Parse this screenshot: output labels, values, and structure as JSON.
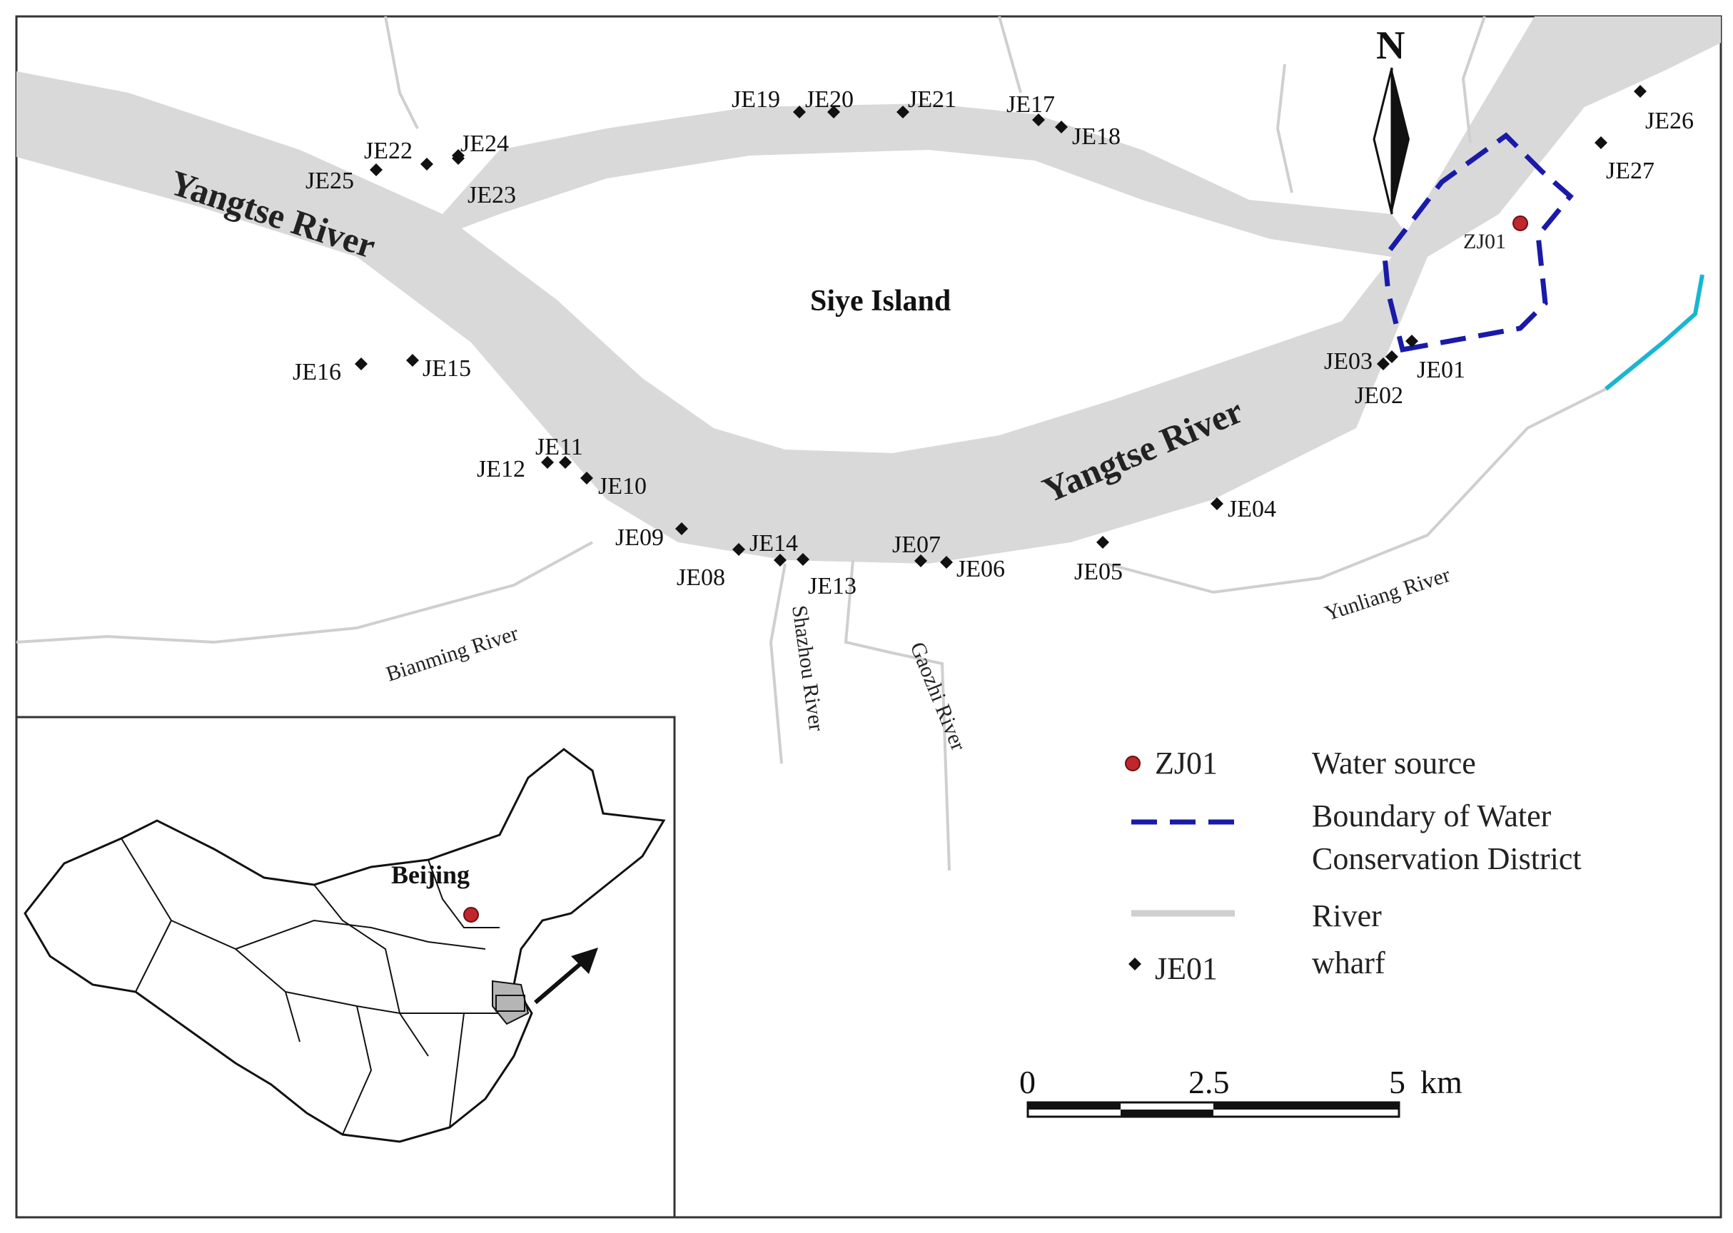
{
  "map": {
    "river_labels": {
      "yangtse_west": "Yangtse River",
      "yangtse_east": "Yangtse River",
      "island": "Siye Island",
      "bianming": "Bianming River",
      "shazhou": "Shazhou River",
      "gaozhi": "Gaozhi River",
      "yunliang": "Yunliang River"
    },
    "north_label": "N",
    "water_source_label": "ZJ01",
    "wharves": [
      "JE01",
      "JE02",
      "JE03",
      "JE04",
      "JE05",
      "JE06",
      "JE07",
      "JE08",
      "JE09",
      "JE10",
      "JE11",
      "JE12",
      "JE13",
      "JE14",
      "JE15",
      "JE16",
      "JE17",
      "JE18",
      "JE19",
      "JE20",
      "JE21",
      "JE22",
      "JE23",
      "JE24",
      "JE25",
      "JE26",
      "JE27"
    ],
    "inset": {
      "city": "Beijing"
    },
    "legend": {
      "water_source": {
        "sample": "ZJ01",
        "label": "Water source"
      },
      "boundary": {
        "label_line1": "Boundary of Water",
        "label_line2": "Conservation District"
      },
      "river": {
        "label": "River"
      },
      "wharf": {
        "sample": "JE01",
        "label": "wharf"
      }
    },
    "scale_bar": {
      "t0": "0",
      "t1": "2.5",
      "t2": "5",
      "unit": "km"
    },
    "colors": {
      "river_fill": "#d9d9d9",
      "boundary": "#1a1aa8",
      "water_source": "#c0262d",
      "canal": "#19b6d2",
      "inset_highlight": "#b5b5b5"
    }
  }
}
